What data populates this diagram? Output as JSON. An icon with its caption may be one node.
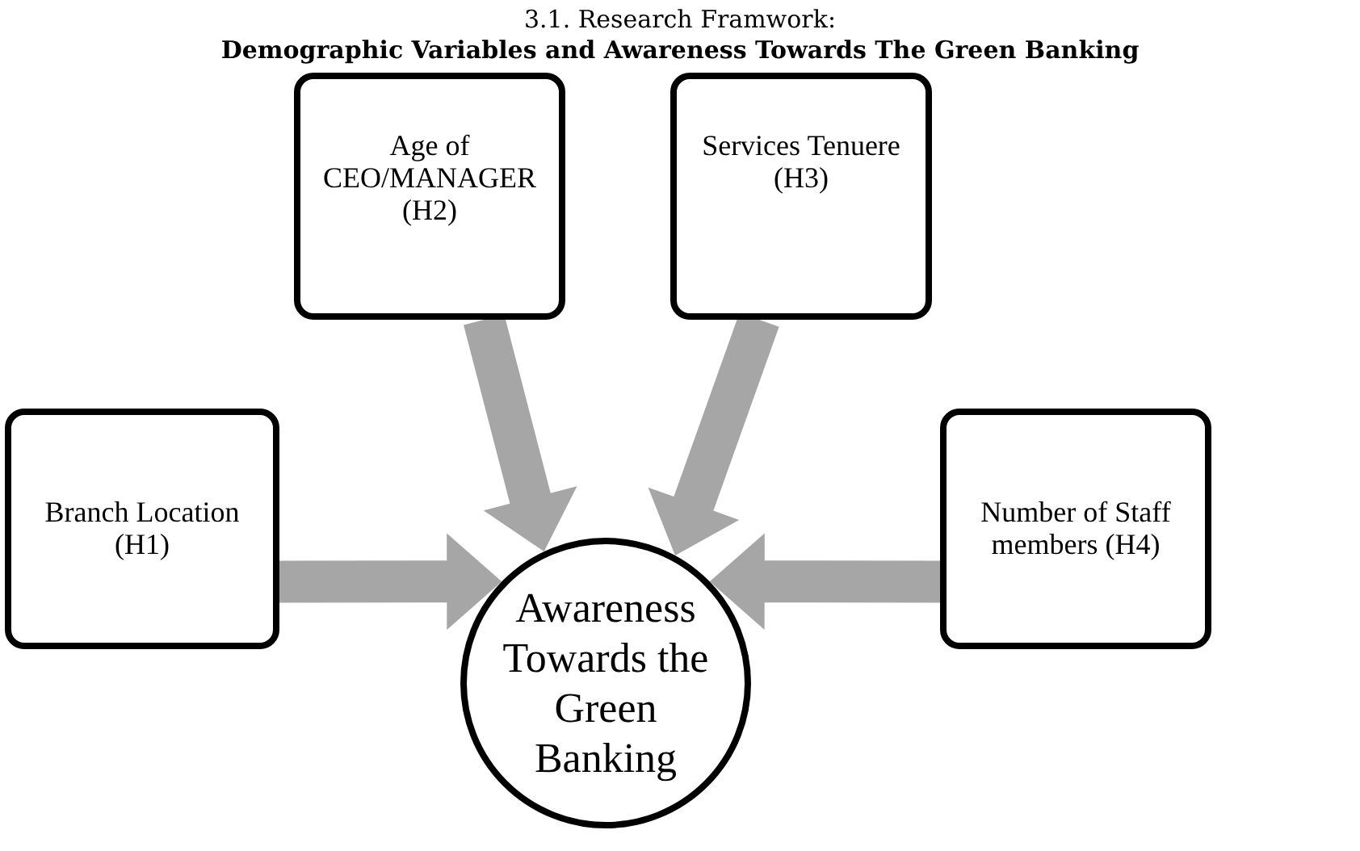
{
  "diagram": {
    "title": "3.1. Research Framwork:",
    "caption": "Demographic Variables and Awareness Towards The Green Banking",
    "nodes": [
      {
        "text": [
          "Age of CEO/MANAGER (H2)"
        ]
      },
      {
        "text": [
          "Services Tenuere (H3)"
        ]
      },
      {
        "text": [
          "Branch Location (H1)"
        ]
      },
      {
        "text": [
          "Number of Staff members (H4)"
        ]
      },
      {
        "text": [
          "Awareness Towards the Green Banking"
        ]
      }
    ],
    "edges": [
      {
        "from": 0,
        "to": 4,
        "arrow": "to",
        "style": "thick"
      },
      {
        "from": 1,
        "to": 4,
        "arrow": "to",
        "style": "thick"
      },
      {
        "from": 2,
        "to": 4,
        "arrow": "to",
        "style": "thick"
      },
      {
        "from": 3,
        "to": 4,
        "arrow": "to",
        "style": "thick"
      }
    ]
  }
}
